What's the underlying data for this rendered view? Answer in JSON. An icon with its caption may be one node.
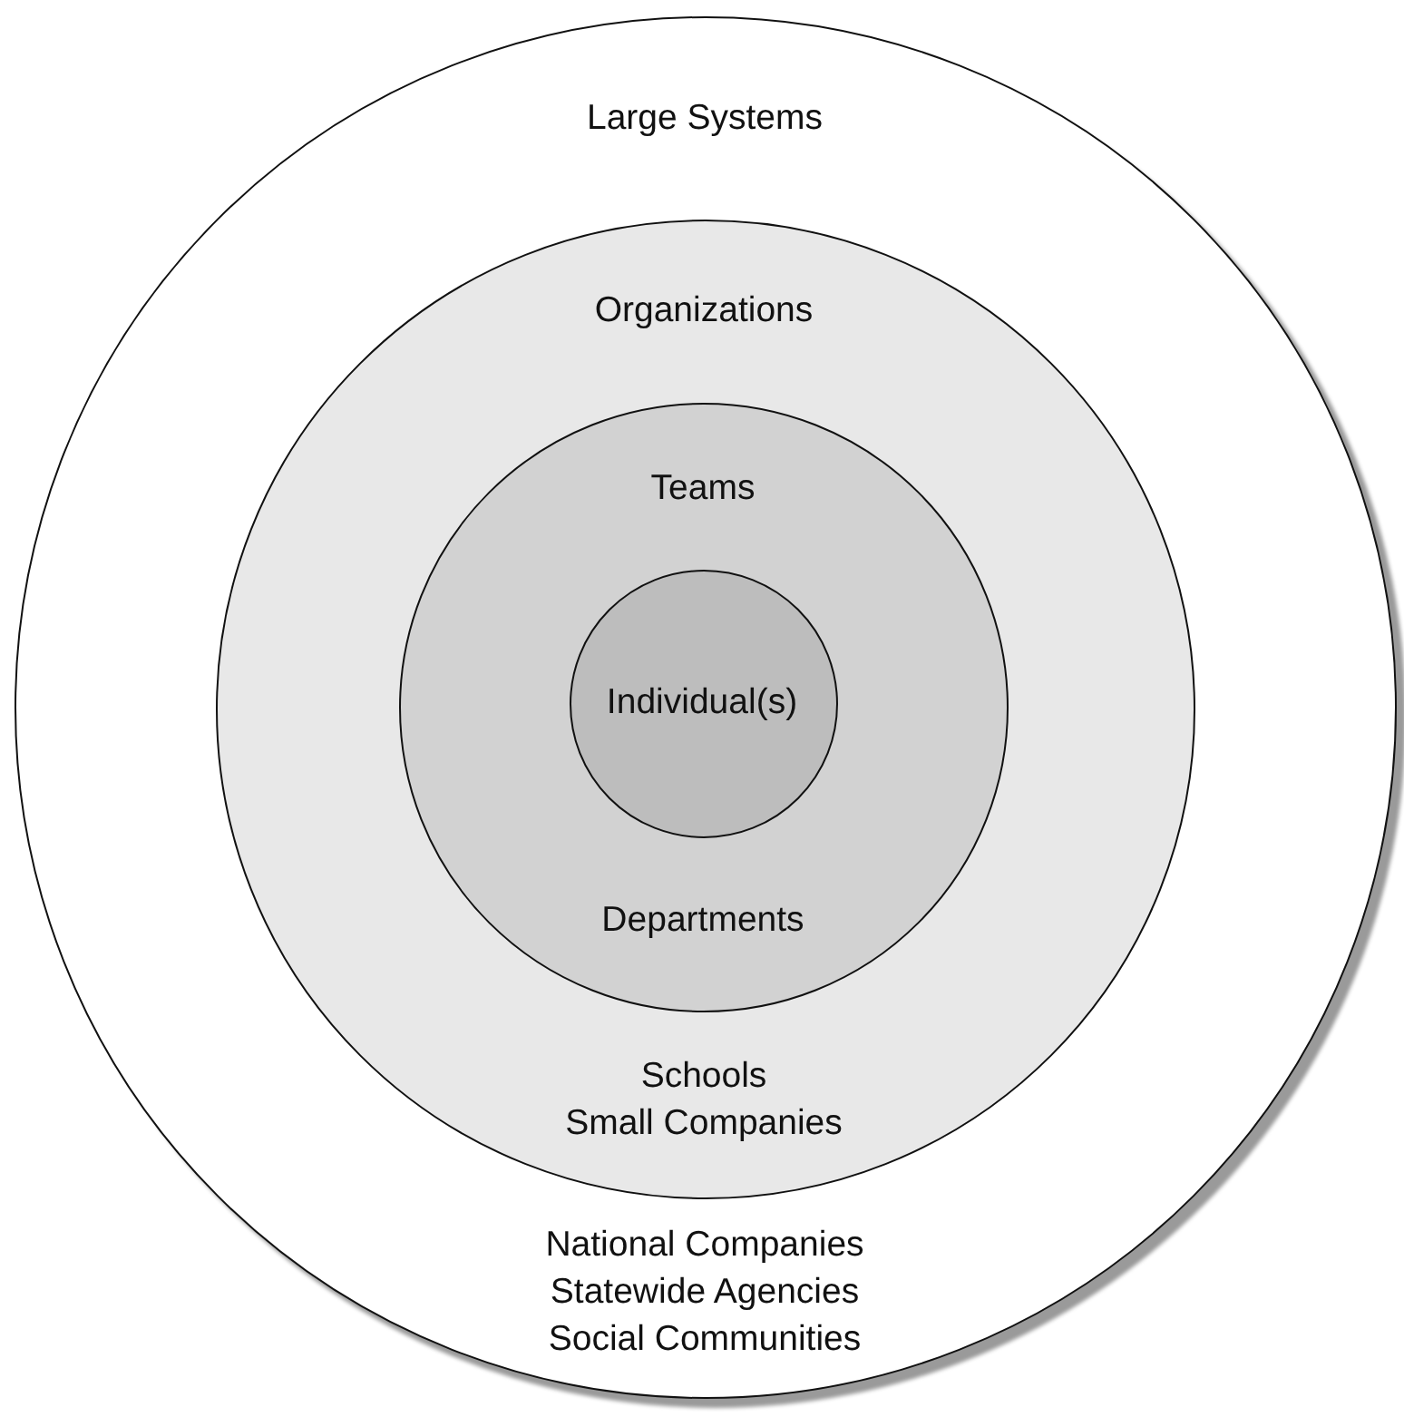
{
  "diagram": {
    "nodes": [
      {
        "text": [
          "Large Systems",
          "National Companies",
          "Statewide Agencies",
          "Social Communities"
        ]
      },
      {
        "text": [
          "Organizations",
          "Schools",
          "Small Companies"
        ],
        "in": 0
      },
      {
        "text": [
          "Teams",
          "Departments"
        ],
        "in": 1
      },
      {
        "text": [
          "Individual(s)"
        ],
        "in": 2
      }
    ]
  }
}
